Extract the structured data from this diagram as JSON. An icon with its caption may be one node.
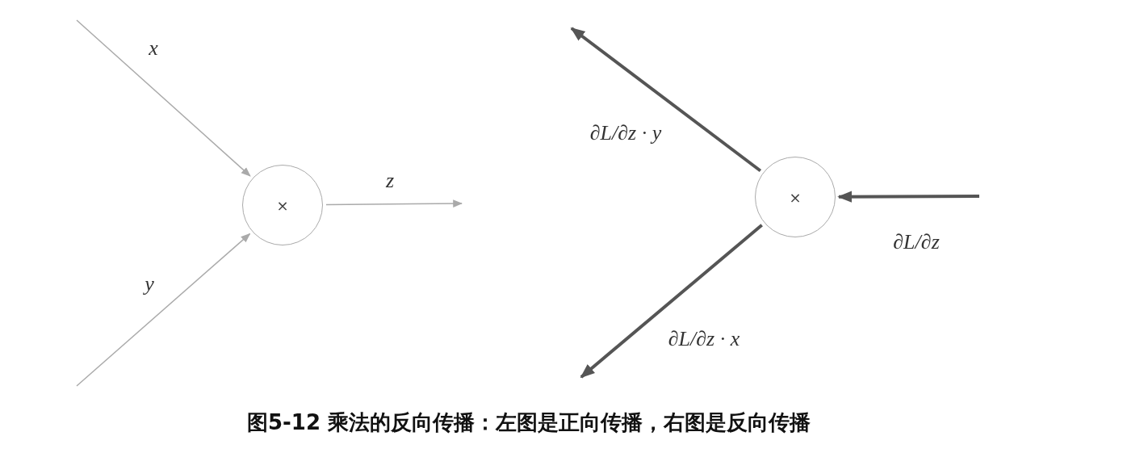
{
  "diagram": {
    "caption": "图5-12 乘法的反向传播：左图是正向传播，右图是反向传播",
    "nodes": [
      {
        "text": [
          "×"
        ]
      },
      {
        "text": [
          "×"
        ]
      }
    ],
    "edges": [
      {
        "from": null,
        "to": 0,
        "arrow": "to",
        "label": "x"
      },
      {
        "from": null,
        "to": 0,
        "arrow": "to",
        "label": "y"
      },
      {
        "from": 0,
        "to": null,
        "arrow": "to",
        "label": "z"
      },
      {
        "from": null,
        "to": 1,
        "arrow": "to",
        "label": "∂L/∂z",
        "style": "thick",
        "color": "#555555"
      },
      {
        "from": 1,
        "to": null,
        "arrow": "to",
        "label": "∂L/∂z · y",
        "style": "thick",
        "color": "#555555"
      },
      {
        "from": 1,
        "to": null,
        "arrow": "to",
        "label": "∂L/∂z · x",
        "style": "thick",
        "color": "#555555"
      }
    ]
  }
}
